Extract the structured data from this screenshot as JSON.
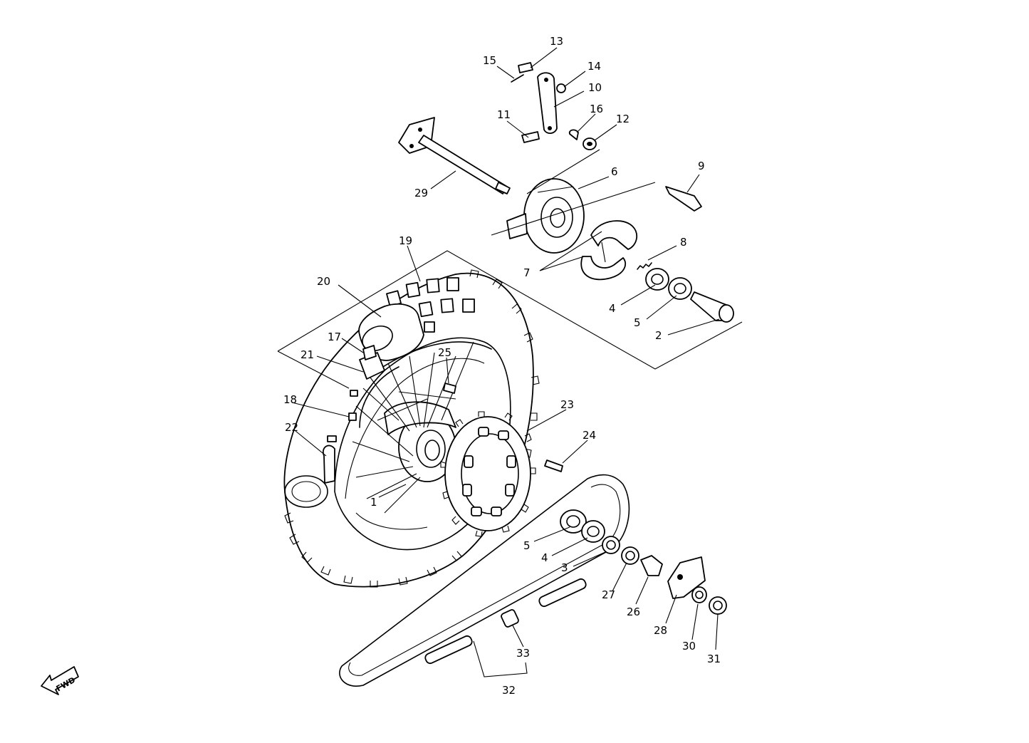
{
  "labels": {
    "p1": "1",
    "p2": "2",
    "p3": "3",
    "p4a": "4",
    "p4b": "4",
    "p5a": "5",
    "p5b": "5",
    "p6": "6",
    "p7": "7",
    "p8": "8",
    "p9": "9",
    "p10": "10",
    "p11": "11",
    "p12": "12",
    "p13": "13",
    "p14": "14",
    "p15": "15",
    "p16": "16",
    "p17": "17",
    "p18": "18",
    "p19": "19",
    "p20": "20",
    "p21": "21",
    "p22": "22",
    "p23": "23",
    "p24": "24",
    "p25": "25",
    "p26": "26",
    "p27": "27",
    "p28": "28",
    "p29": "29",
    "p30": "30",
    "p31": "31",
    "p32": "32",
    "p33": "33"
  },
  "fwd_arrow": {
    "text": "FWD",
    "icon": "fwd-arrow-icon"
  }
}
